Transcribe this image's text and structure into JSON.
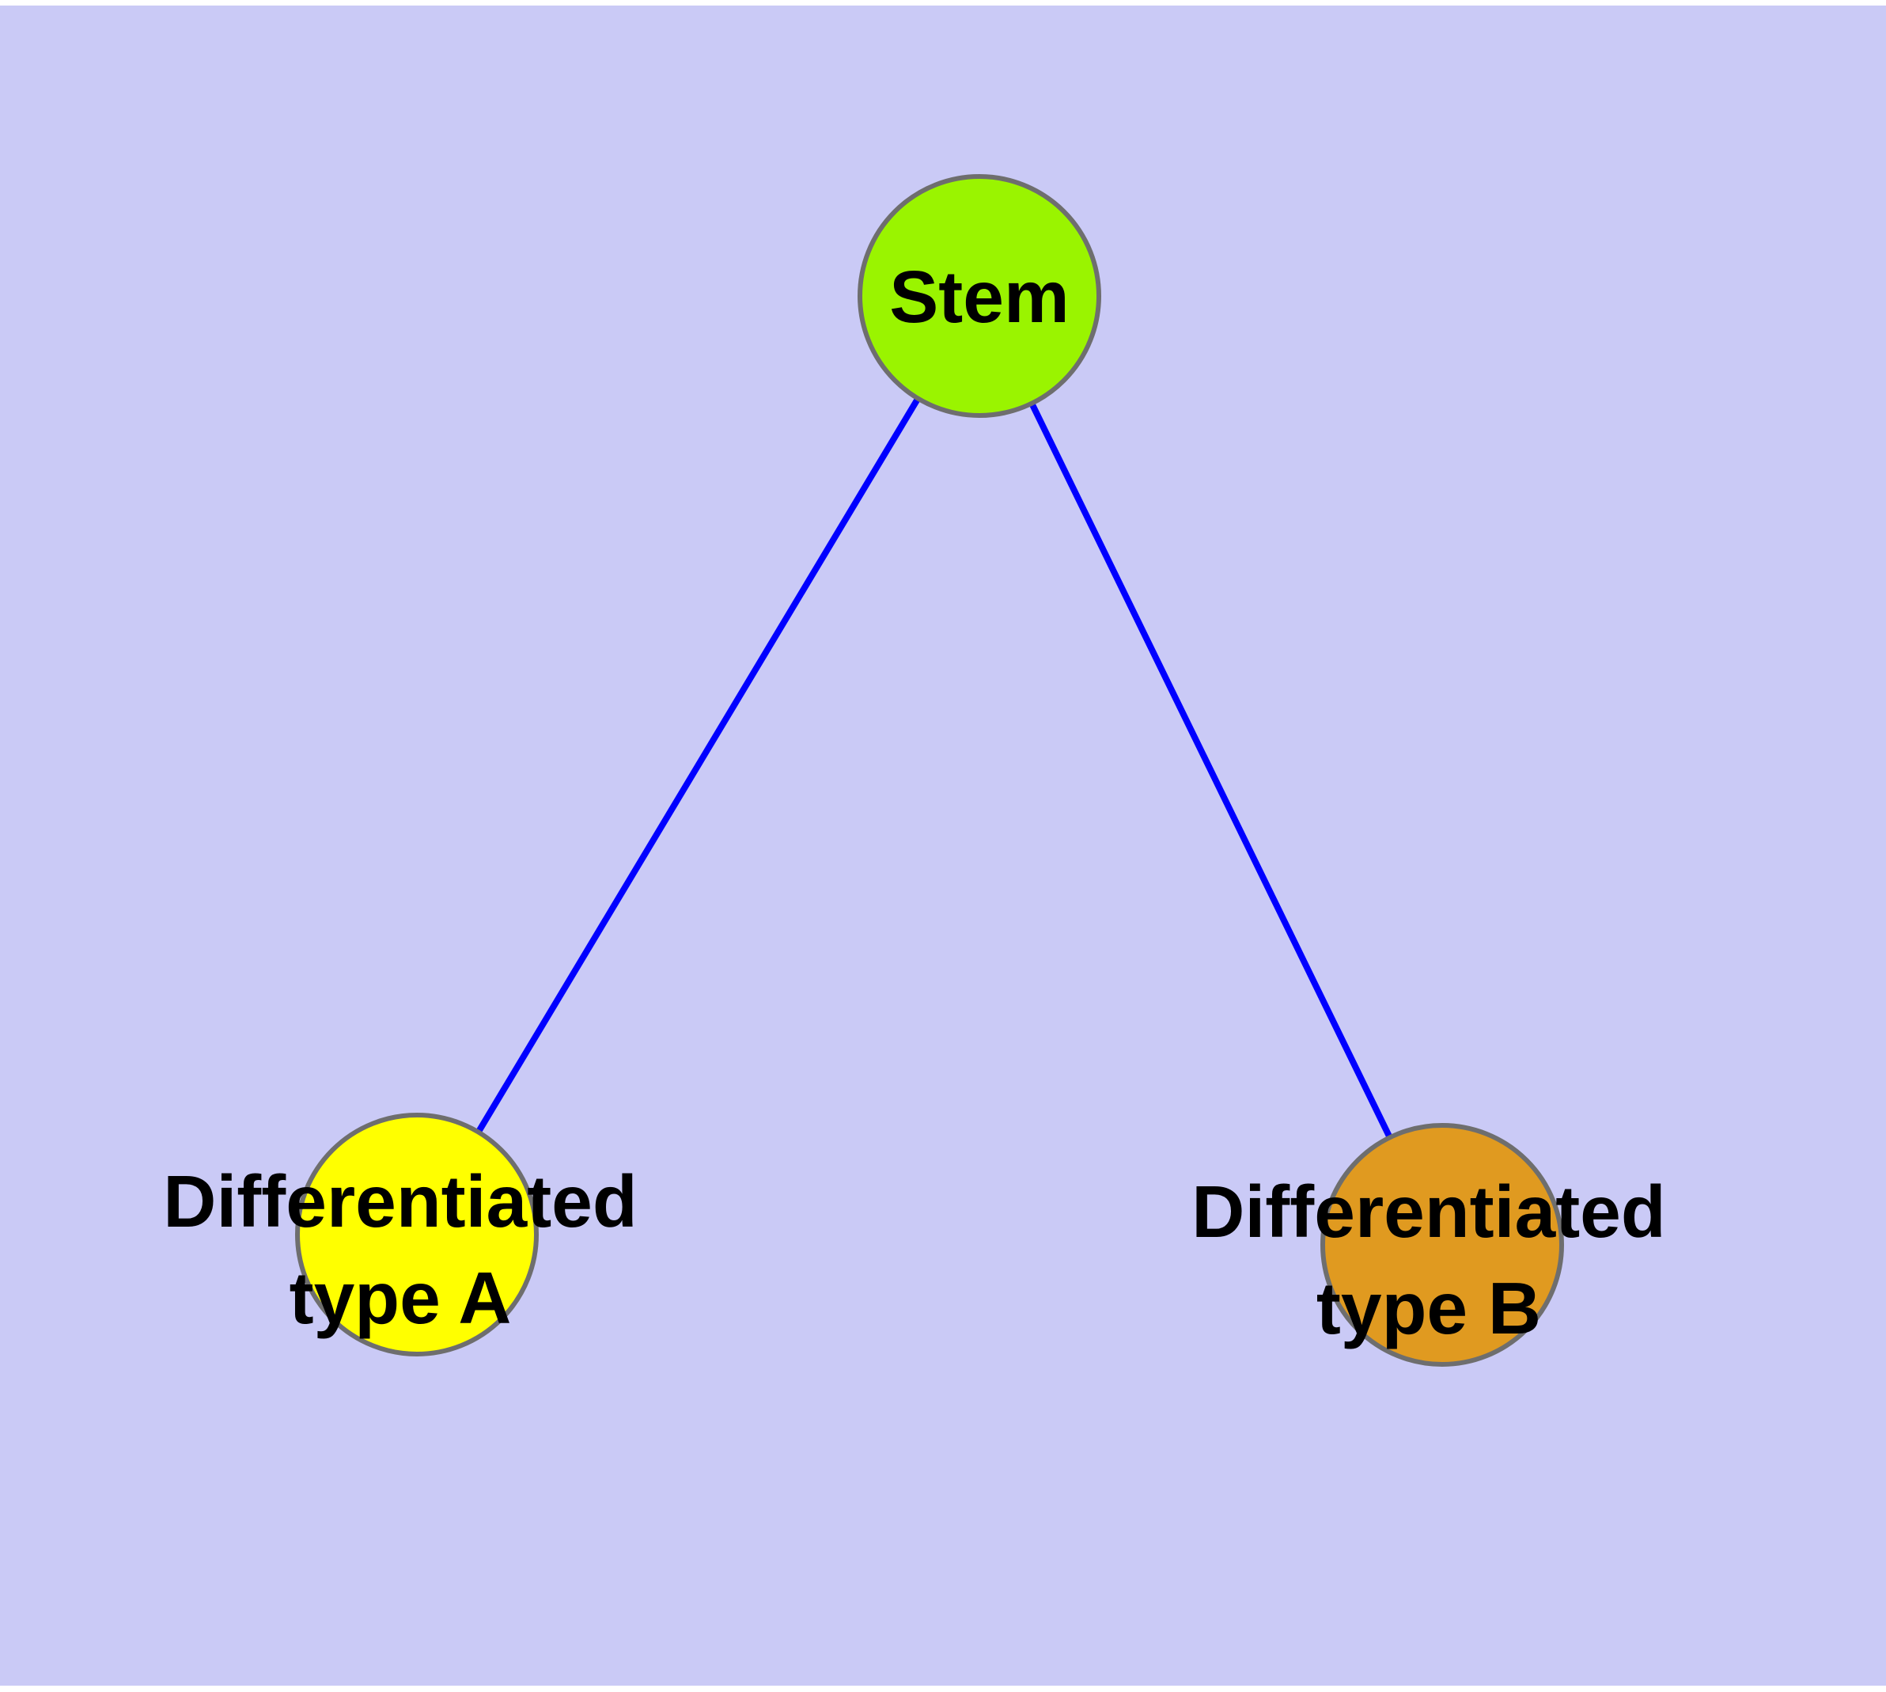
{
  "diagram": {
    "nodes": [
      {
        "id": "stem",
        "label": "Stem",
        "color": "#9AF400"
      },
      {
        "id": "type-a",
        "label_line1": "Differentiated",
        "label_line2": "type A",
        "color": "#FFFF00"
      },
      {
        "id": "type-b",
        "label_line1": "Differentiated",
        "label_line2": "type B",
        "color": "#E09A20"
      }
    ],
    "edges": [
      {
        "from": "Stem",
        "to": "Differentiated type A"
      },
      {
        "from": "Stem",
        "to": "Differentiated type B"
      }
    ],
    "colors": {
      "page_margin": "#FFFFFF",
      "background": "#CACAF6",
      "edge": "#0000FF",
      "node_border": "#6E6E6E",
      "label_text": "#000000"
    }
  }
}
